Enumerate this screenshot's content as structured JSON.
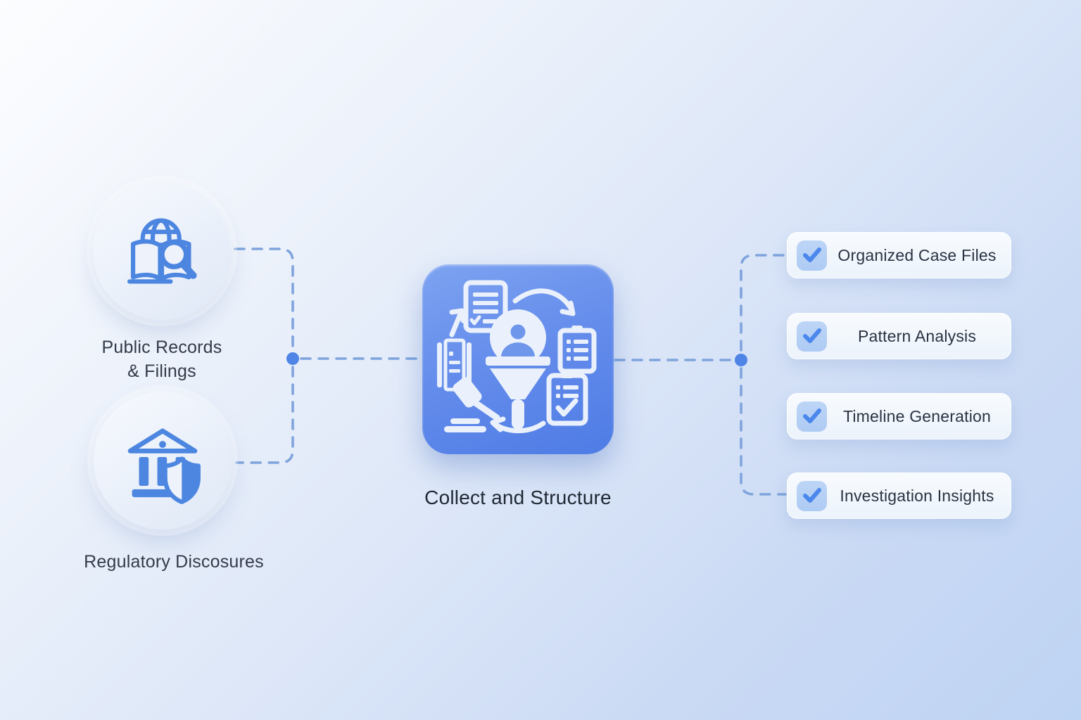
{
  "diagram": {
    "sources": [
      {
        "icon": "globe-book-search-icon",
        "line1": "Public Records",
        "line2": "& Filings"
      },
      {
        "icon": "bank-shield-icon",
        "label": "Regulatory Discosures"
      }
    ],
    "process": {
      "icon": "collect-structure-icon",
      "label": "Collect and Structure"
    },
    "outputs": [
      {
        "icon": "checkbox-checked-icon",
        "label": "Organized Case Files"
      },
      {
        "icon": "checkbox-checked-icon",
        "label": "Pattern Analysis"
      },
      {
        "icon": "checkbox-checked-icon",
        "label": "Timeline Generation"
      },
      {
        "icon": "checkbox-checked-icon",
        "label": "Investigation Insights"
      }
    ],
    "colors": {
      "accent_blue": "#4d86e6",
      "connector_dash": "#7fa4dc",
      "icon_stroke": "#4d86e0",
      "process_tile_top": "#7da3f1",
      "process_tile_bottom": "#4e7ce5",
      "checkbox_bg": "#b7d0f4",
      "checkmark": "#4b87ec",
      "background_start": "#fcfdff",
      "background_end": "#bed4f3",
      "text_dark": "#2a3342"
    }
  }
}
